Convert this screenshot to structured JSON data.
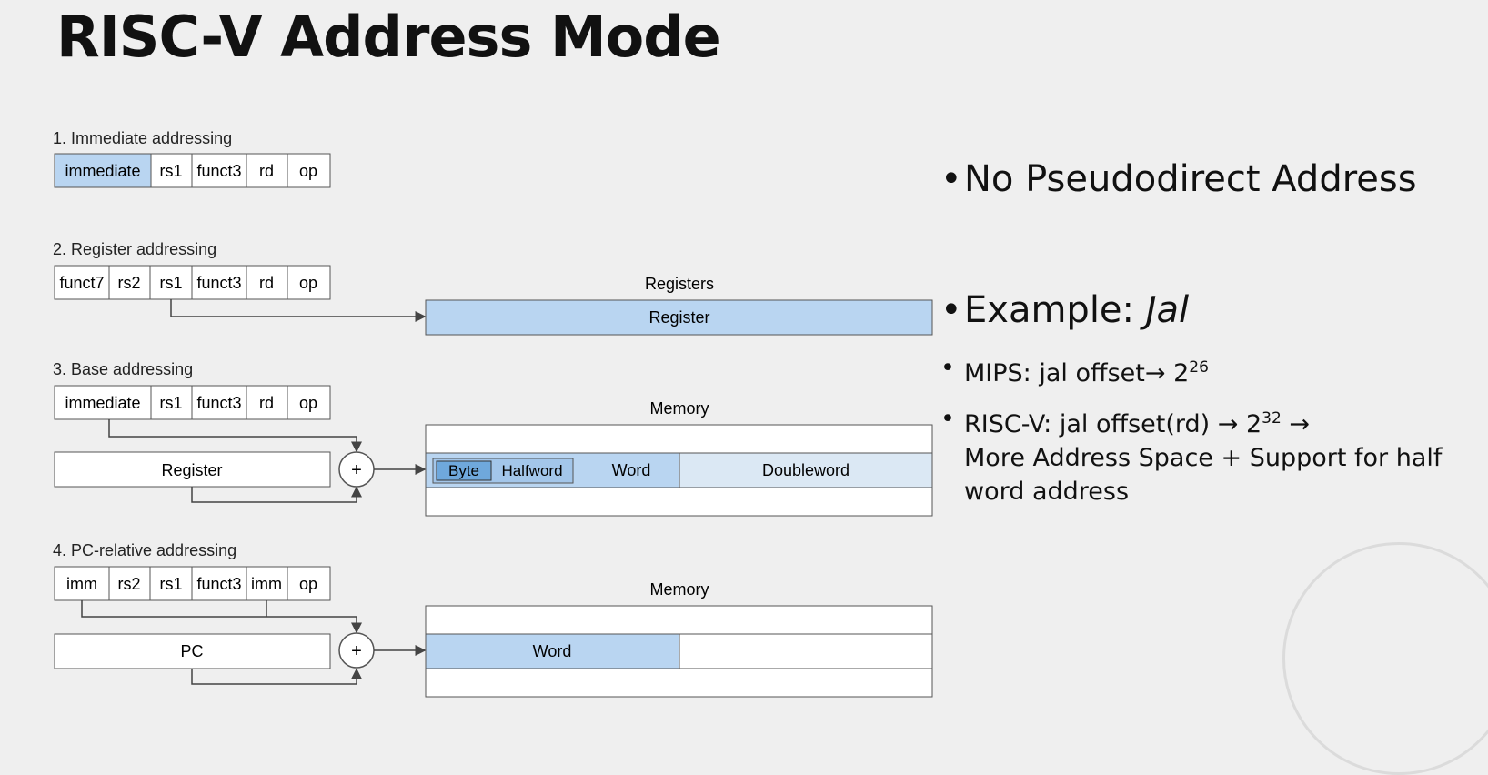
{
  "slide": {
    "title": "RISC-V Address Mode"
  },
  "diagram": {
    "sections": [
      {
        "heading": "1.  Immediate addressing",
        "fields": [
          "immediate",
          "rs1",
          "funct3",
          "rd",
          "op"
        ]
      },
      {
        "heading": "2. Register addressing",
        "fields": [
          "funct7",
          "rs2",
          "rs1",
          "funct3",
          "rd",
          "op"
        ]
      },
      {
        "heading": "3.  Base addressing",
        "fields": [
          "immediate",
          "rs1",
          "funct3",
          "rd",
          "op"
        ]
      },
      {
        "heading": "4.  PC-relative addressing",
        "fields": [
          "imm",
          "rs2",
          "rs1",
          "funct3",
          "imm",
          "op"
        ]
      }
    ],
    "registers_label": "Registers",
    "register_box": "Register",
    "base_register": "Register",
    "plus": "+",
    "memory_label": "Memory",
    "base_memory_cells": [
      "Byte",
      "Halfword",
      "Word",
      "Doubleword"
    ],
    "pc_box": "PC",
    "pc_memory_cell": "Word",
    "colors": {
      "highlight": "#b9d5f1",
      "highlight_dark": "#6fa8dc",
      "border": "#555555"
    }
  },
  "bullets": {
    "items": [
      {
        "text": "No Pseudodirect Address"
      },
      {
        "prefix": "Example: ",
        "italic": "Jal"
      },
      {
        "text": "MIPS: jal offset",
        "arrow": "→",
        "base": " 2",
        "exp": "26"
      },
      {
        "text": "RISC-V: jal offset(rd) ",
        "arrow": "→",
        "base": " 2",
        "exp": "32",
        "arrow2": "  →",
        "rest": "More Address Space + Support for half word address"
      }
    ]
  }
}
